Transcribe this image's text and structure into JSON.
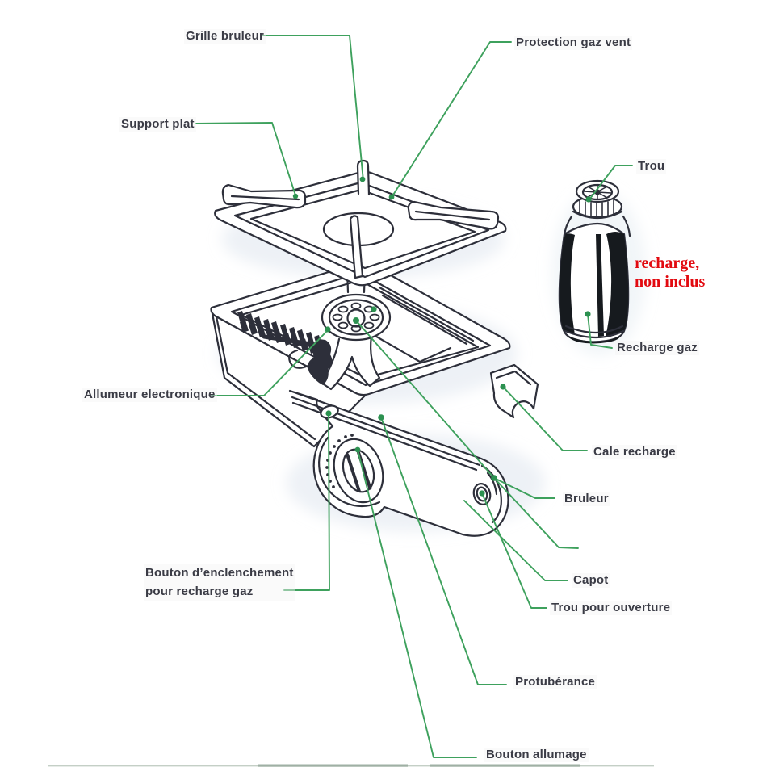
{
  "diagram": {
    "type": "exploded-parts-diagram",
    "subject": "portable gas camping stove with gas cartridge",
    "language": "French"
  },
  "labels": {
    "grille_bruleur": "Grille bruleur",
    "protection_gaz_vent": "Protection gaz vent",
    "support_plat": "Support plat",
    "trou": "Trou",
    "recharge_gaz": "Recharge gaz",
    "allumeur_electronique": "Allumeur electronique",
    "cale_recharge": "Cale recharge",
    "bruleur": "Bruleur",
    "capot": "Capot",
    "trou_pour_ouverture": "Trou pour ouverture",
    "bouton_enclenchement_l1": "Bouton d’enclenchement",
    "bouton_enclenchement_l2": "pour recharge gaz",
    "protuberance": "Protubérance",
    "bouton_allumage": "Bouton allumage"
  },
  "warning_note": {
    "line1": "recharge,",
    "line2": "non inclus"
  },
  "colors": {
    "leader_green": "#3ea15d",
    "dot_green": "#2c9150",
    "label_text": "#3a3b45",
    "warning_red": "#e20a10",
    "line_art": "#2d2f3a",
    "soft_shadow": "#dbe3ed",
    "background": "#ffffff"
  }
}
